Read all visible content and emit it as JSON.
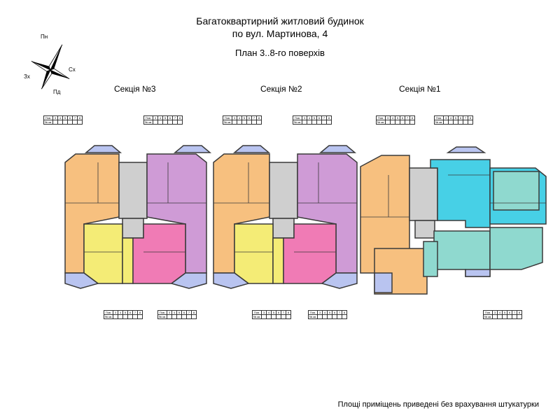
{
  "header": {
    "line1": "Багатоквартирний житловий будинок",
    "line2": "по вул. Мартинова, 4",
    "line3": "План 3..8-го поверхів"
  },
  "compass": {
    "north": "Пн",
    "south": "Пд",
    "east": "Сх",
    "west": "Зх"
  },
  "sections": [
    "Секція №3",
    "Секція №2",
    "Секція №1"
  ],
  "floor_table": {
    "row1": "Пов.",
    "row2": "№ кв.",
    "floors": [
      "3",
      "4",
      "5",
      "6",
      "7",
      "8"
    ]
  },
  "footnote": "Площі приміщень приведені без врахування штукатурки",
  "colors": {
    "orange": "#f7c07f",
    "yellow": "#f4ec76",
    "pink": "#f07bb5",
    "purple": "#cf9bd6",
    "cyan": "#47d0e6",
    "teal": "#8fd9cf",
    "balcony": "#b9c4f0",
    "stair": "#cfcfcf",
    "wall": "#3a3a3a"
  }
}
